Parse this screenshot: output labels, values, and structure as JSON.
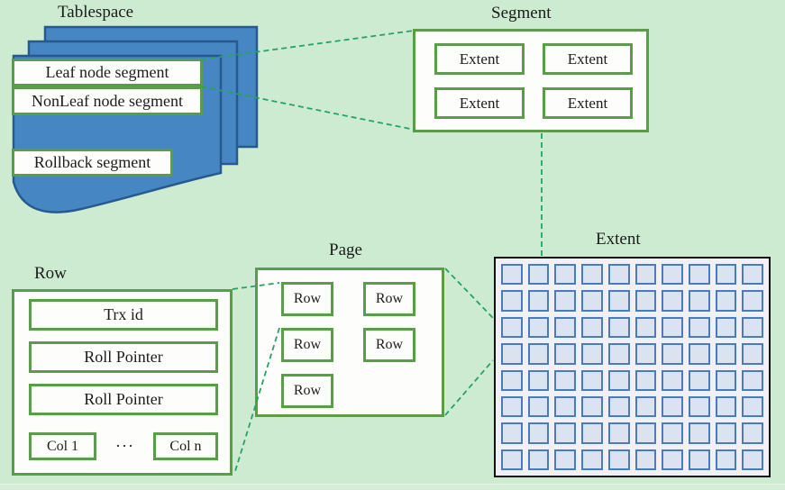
{
  "colors": {
    "canvas-bg": "#cdebd1",
    "box-border-green": "#5b9c4a",
    "connector-green": "#27a263",
    "sheet-blue": "#4687c3",
    "sheet-blue-border": "#27598f",
    "box-fill": "#fdfefc",
    "extent-bg": "#eff1f7",
    "cell-fill": "#dbe3f0",
    "cell-border": "#4d7bba",
    "extent-border": "#111111",
    "text": "#1c1c1c",
    "strip-green": "#d6eed8",
    "strip-line": "#e6f5e7"
  },
  "tablespace": {
    "title": "Tablespace",
    "segments": [
      "Leaf node segment",
      "NonLeaf node segment",
      "Rollback segment"
    ]
  },
  "segment": {
    "title": "Segment",
    "extents": [
      "Extent",
      "Extent",
      "Extent",
      "Extent"
    ]
  },
  "page": {
    "title": "Page",
    "rows": [
      "Row",
      "Row",
      "Row",
      "Row",
      "Row"
    ]
  },
  "extent": {
    "title": "Extent",
    "grid": {
      "rows": 8,
      "cols": 10,
      "cells": 80
    }
  },
  "row": {
    "title": "Row",
    "fields": [
      "Trx id",
      "Roll Pointer",
      "Roll Pointer"
    ],
    "columns": {
      "first": "Col 1",
      "dots": "···",
      "last": "Col n"
    }
  }
}
